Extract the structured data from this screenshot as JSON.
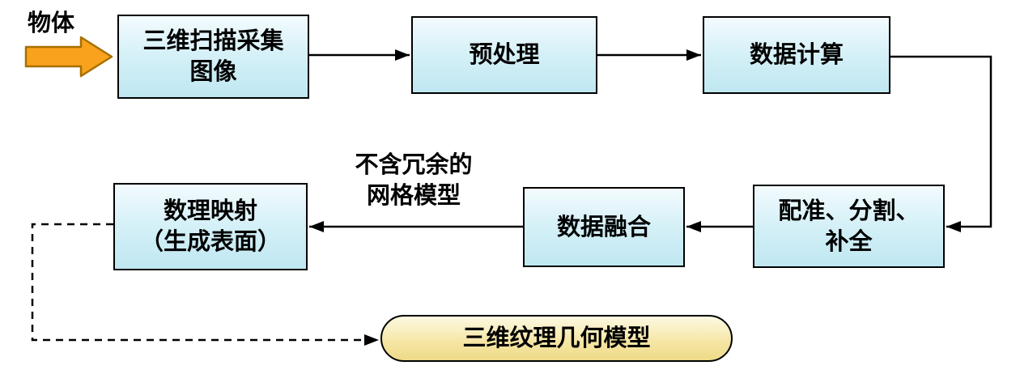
{
  "diagram": {
    "input_label": "物体",
    "mesh_note": "不含冗余的\n网格模型",
    "nodes": {
      "scan": "三维扫描采集\n图像",
      "preprocess": "预处理",
      "compute": "数据计算",
      "register": "配准、分割、\n补全",
      "fusion": "数据融合",
      "mapping": "数理映射\n（生成表面）",
      "result": "三维纹理几何模型"
    },
    "colors": {
      "node_fill": "#c8ebf4",
      "node_border": "#000000",
      "result_fill": "#f4e49c",
      "connector": "#000000",
      "input_arrow_fill": "#f9a21d",
      "input_arrow_stroke": "#a86f00"
    }
  }
}
